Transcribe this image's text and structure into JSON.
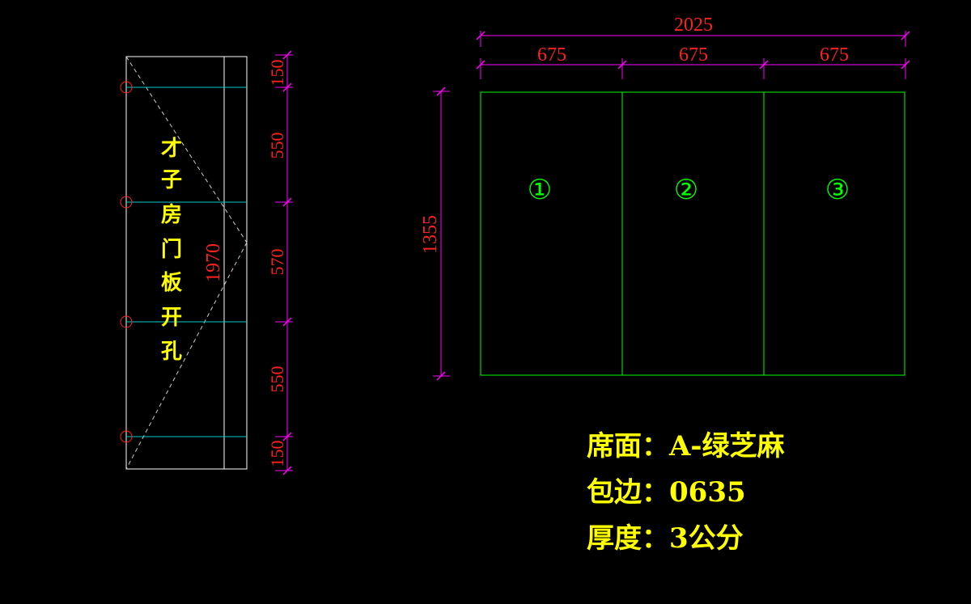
{
  "door": {
    "vertical_title": [
      "才",
      "子",
      "房",
      "门",
      "板",
      "开",
      "孔"
    ],
    "height_dim": "1970",
    "segment_dims": [
      "150",
      "550",
      "570",
      "550",
      "150"
    ]
  },
  "panel": {
    "total_width": "2025",
    "sub_widths": [
      "675",
      "675",
      "675"
    ],
    "height_dim": "1355",
    "section_labels": [
      "①",
      "②",
      "③"
    ]
  },
  "specs": [
    "席面：A-绿芝麻",
    "包边：0635",
    "厚度：3公分"
  ],
  "colors": {
    "background": "#000000",
    "outline": "#ffffff",
    "dimension_line": "#ff00ff",
    "dimension_text": "#ff2020",
    "hole_line": "#00cccc",
    "hole_circle": "#ff2020",
    "panel_outline": "#00ff00",
    "label_text": "#ffff00"
  }
}
